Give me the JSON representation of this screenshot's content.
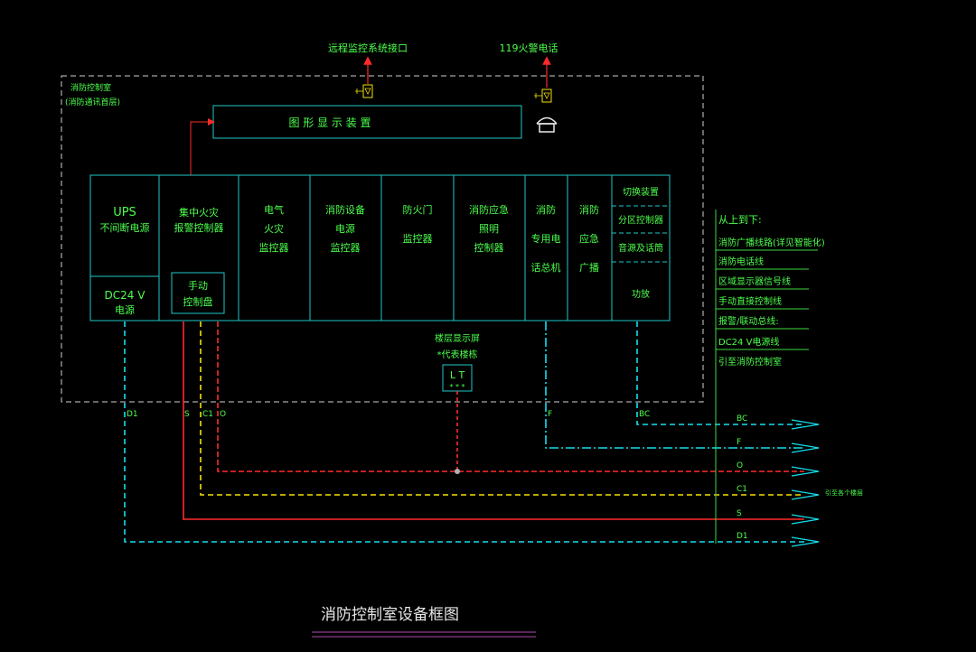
{
  "colors": {
    "background": "#000000",
    "frame": "#1fc8c8",
    "text": "#4cff4c",
    "red": "#ff2a2a",
    "yellow": "#f5e000",
    "cyan": "#14e0f0",
    "green": "#3ed83e",
    "dashed_border": "#cfcfcf",
    "underline": "#b04bb0",
    "dot": "#b0b0b0"
  },
  "top_labels": {
    "remote_monitor": "远程监控系统接口",
    "fire_alarm_phone": "119火警电话"
  },
  "room_label": {
    "line1": "消防控制室",
    "line2": "(消防通讯首层)"
  },
  "graphic_display": {
    "label": "图 形 显 示 装 置"
  },
  "modules": {
    "ups_line1": "UPS",
    "ups_line2": "不间断电源",
    "dc24_line1": "DC24 V",
    "dc24_line2": "电源",
    "alarm_line1": "集中火灾",
    "alarm_line2": "报警控制器",
    "manual_line1": "手动",
    "manual_line2": "控制盘",
    "electric_line1": "电气",
    "electric_line2": "火灾",
    "electric_line3": "监控器",
    "power_line1": "消防设备",
    "power_line2": "电源",
    "power_line3": "监控器",
    "door_line1": "防火门",
    "door_line2": "监控器",
    "lighting_line1": "消防应急",
    "lighting_line2": "照明",
    "lighting_line3": "控制器",
    "phone_line1": "消防",
    "phone_line2": "专用电",
    "phone_line3": "话总机",
    "broadcast_line1": "消防",
    "broadcast_line2": "应急",
    "broadcast_line3": "广播",
    "switch_device": "切换装置",
    "zone_controller": "分区控制器",
    "audio_source": "音源及话筒",
    "amplifier": "功放"
  },
  "floor_display": {
    "line1": "楼层显示屏",
    "line2": "*代表楼栋",
    "code": "L T",
    "stars": "* * *"
  },
  "legend": {
    "title": "从上到下:",
    "items": [
      "消防广播线路(详见智能化)",
      "消防电话线",
      "区域显示器信号线",
      "手动直接控制线",
      "报警/联动总线:",
      "DC24 V电源线",
      "引至消防控制室"
    ]
  },
  "wire_codes": {
    "d1": "D1",
    "s": "S",
    "c1": "C1",
    "o": "O",
    "f": "F",
    "bc": "BC"
  },
  "right_labels": {
    "bc": "BC",
    "f": "F",
    "o": "O",
    "c1": "C1",
    "s": "S",
    "d1": "D1",
    "destination": "引至各个楼层"
  },
  "diagram_title": "消防控制室设备框图"
}
